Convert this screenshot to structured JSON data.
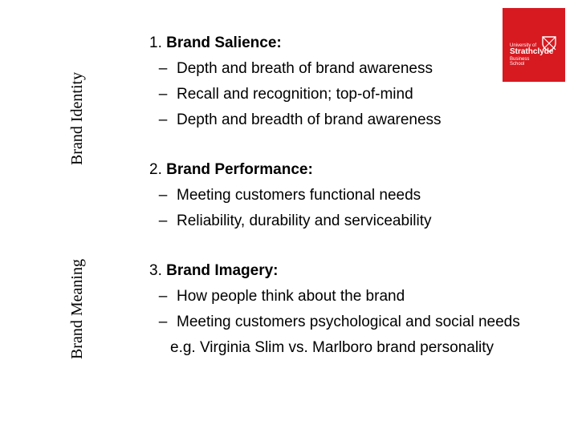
{
  "side_labels": {
    "identity": "Brand Identity",
    "meaning": "Brand Meaning"
  },
  "logo": {
    "line1": "University of",
    "line2": "Strathclyde",
    "line3": "Business",
    "line4": "School",
    "color": "#d71920"
  },
  "sections": [
    {
      "number": "1.",
      "title": "Brand Salience:",
      "bullets": [
        "Depth and breath of brand awareness",
        "Recall and recognition; top-of-mind",
        "Depth and breadth of brand awareness"
      ]
    },
    {
      "number": "2.",
      "title": "Brand Performance:",
      "bullets": [
        "Meeting customers functional needs",
        "Reliability, durability and serviceability"
      ]
    },
    {
      "number": "3.",
      "title": "Brand Imagery:",
      "bullets": [
        "How people think about the brand",
        "Meeting customers psychological and social needs"
      ],
      "note": "e.g. Virginia Slim vs. Marlboro brand personality"
    }
  ],
  "dash": "–"
}
